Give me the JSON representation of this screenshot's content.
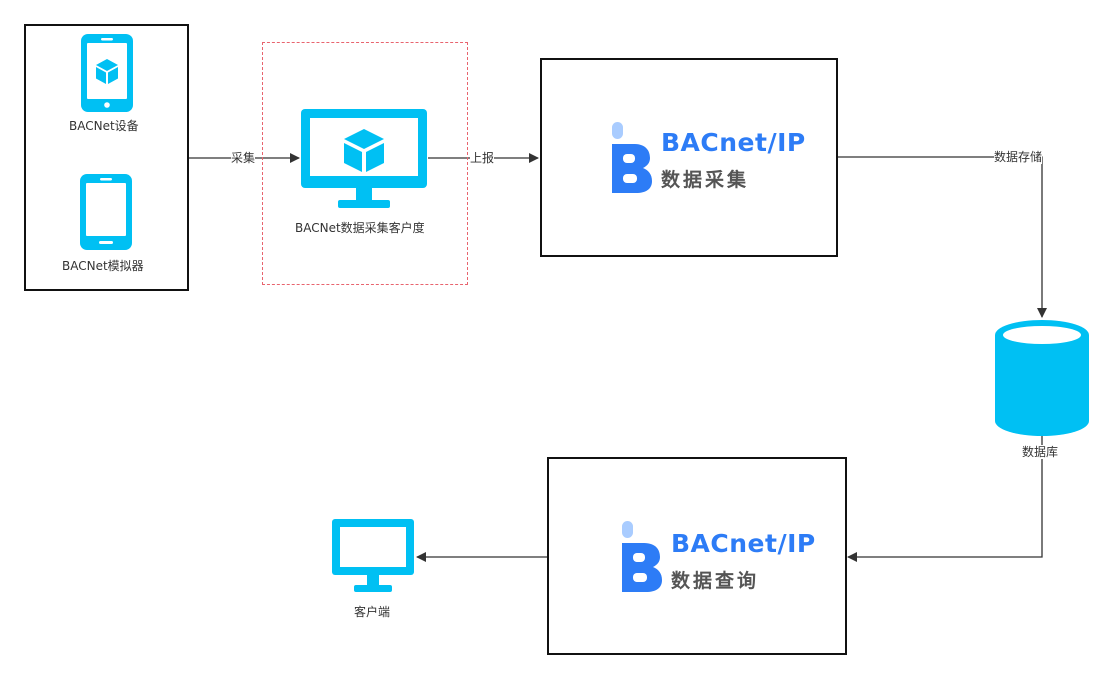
{
  "colors": {
    "icon_cyan": "#00c0f3",
    "logo_blue": "#2d7cf6",
    "logo_light": "#a9ccff",
    "dashed_red": "#e8646e",
    "line": "#333333"
  },
  "devices": {
    "device_label": "BACNet设备",
    "simulator_label": "BACNet模拟器",
    "device_icon": "tablet-cube-icon",
    "simulator_icon": "tablet-icon"
  },
  "client_app": {
    "label": "BACNet数据采集客户度",
    "icon": "monitor-cube-icon"
  },
  "edges": {
    "collect": "采集",
    "report": "上报",
    "store": "数据存储"
  },
  "collector": {
    "title": "BACnet/IP",
    "subtitle": "数据采集",
    "icon": "bacnet-logo-icon"
  },
  "database": {
    "label": "数据库",
    "icon": "database-cylinder-icon"
  },
  "query": {
    "title": "BACnet/IP",
    "subtitle": "数据查询",
    "icon": "bacnet-logo-icon"
  },
  "client": {
    "label": "客户端",
    "icon": "monitor-icon"
  }
}
